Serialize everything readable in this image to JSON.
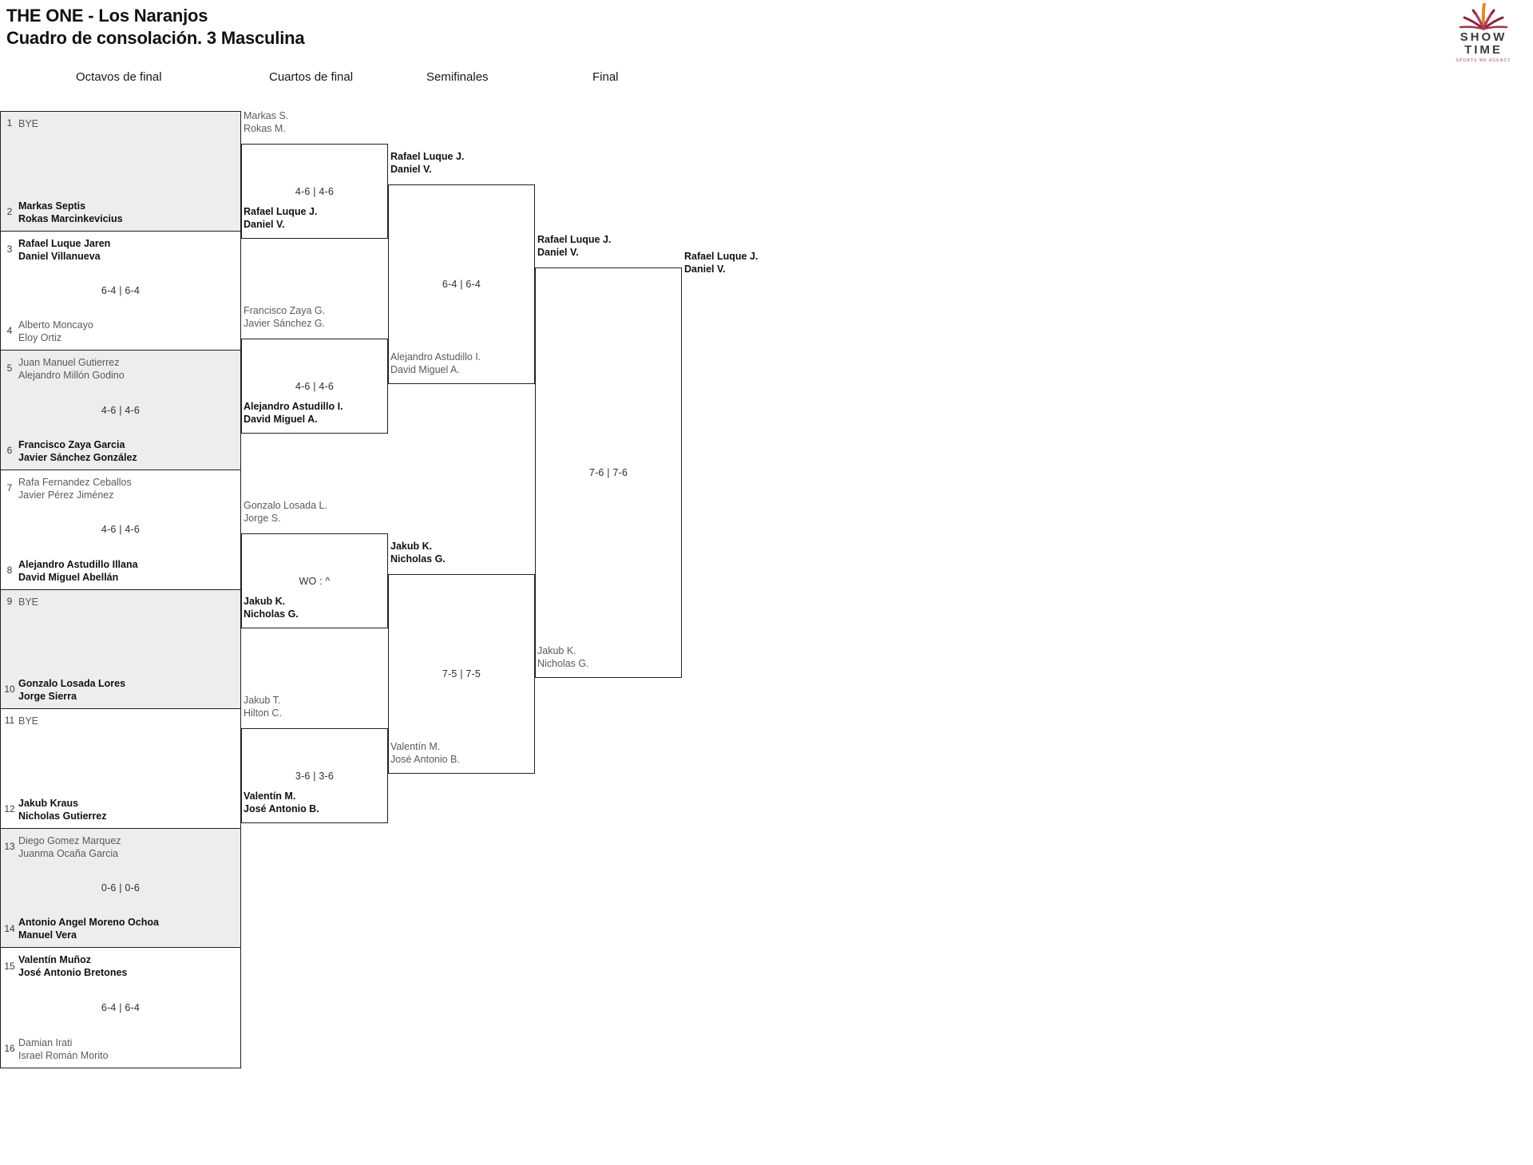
{
  "header": {
    "title_line1": "THE ONE - Los Naranjos",
    "title_line2": "Cuadro de consolación. 3 Masculina"
  },
  "logo": {
    "word_top": "SHOW",
    "word_bottom": "TIME",
    "tagline": "SPORTS MK AGENCY",
    "colors": {
      "burst_dark": "#8c2239",
      "burst_light": "#e8842a",
      "word": "#3b3b3b",
      "tagline": "#9d4d4d"
    }
  },
  "rounds": [
    {
      "label": "Octavos de final"
    },
    {
      "label": "Cuartos de final"
    },
    {
      "label": "Semifinales"
    },
    {
      "label": "Final"
    }
  ],
  "colors": {
    "band_shaded": "#ededed",
    "band_plain": "#ffffff",
    "line": "#231f20",
    "winner_text": "#111111",
    "loser_text": "#5a5a5a"
  },
  "round1": {
    "pairs": [
      {
        "shaded": true,
        "top": {
          "seed": "1",
          "players": [
            "BYE"
          ],
          "winner": false,
          "bye": true
        },
        "bottom": {
          "seed": "2",
          "players": [
            "Markas Septis",
            "Rokas Marcinkevicius"
          ],
          "winner": true
        },
        "score": ""
      },
      {
        "shaded": false,
        "top": {
          "seed": "3",
          "players": [
            "Rafael Luque Jaren",
            "Daniel Villanueva"
          ],
          "winner": true
        },
        "bottom": {
          "seed": "4",
          "players": [
            "Alberto Moncayo",
            "Eloy Ortiz"
          ],
          "winner": false
        },
        "score": "6-4 | 6-4"
      },
      {
        "shaded": true,
        "top": {
          "seed": "5",
          "players": [
            "Juan Manuel Gutierrez",
            "Alejandro Millón Godino"
          ],
          "winner": false
        },
        "bottom": {
          "seed": "6",
          "players": [
            "Francisco Zaya Garcia",
            "Javier Sánchez González"
          ],
          "winner": true
        },
        "score": "4-6 | 4-6"
      },
      {
        "shaded": false,
        "top": {
          "seed": "7",
          "players": [
            "Rafa Fernandez Ceballos",
            "Javier Pérez Jiménez"
          ],
          "winner": false
        },
        "bottom": {
          "seed": "8",
          "players": [
            "Alejandro Astudillo Illana",
            "David Miguel Abellán"
          ],
          "winner": true
        },
        "score": "4-6 | 4-6"
      },
      {
        "shaded": true,
        "top": {
          "seed": "9",
          "players": [
            "BYE"
          ],
          "winner": false,
          "bye": true
        },
        "bottom": {
          "seed": "10",
          "players": [
            "Gonzalo Losada Lores",
            "Jorge Sierra"
          ],
          "winner": true
        },
        "score": ""
      },
      {
        "shaded": false,
        "top": {
          "seed": "11",
          "players": [
            "BYE"
          ],
          "winner": false,
          "bye": true
        },
        "bottom": {
          "seed": "12",
          "players": [
            "Jakub Kraus",
            "Nicholas Gutierrez"
          ],
          "winner": true
        },
        "score": ""
      },
      {
        "shaded": true,
        "top": {
          "seed": "13",
          "players": [
            "Diego Gomez Marquez",
            "Juanma Ocaña Garcia"
          ],
          "winner": false
        },
        "bottom": {
          "seed": "14",
          "players": [
            "Antonio Angel Moreno Ochoa",
            "Manuel Vera"
          ],
          "winner": true
        },
        "score": "0-6 | 0-6"
      },
      {
        "shaded": false,
        "top": {
          "seed": "15",
          "players": [
            "Valentín Muñoz",
            "José Antonio Bretones"
          ],
          "winner": true
        },
        "bottom": {
          "seed": "16",
          "players": [
            "Damian Irati",
            "Israel Román Morito"
          ],
          "winner": false
        },
        "score": "6-4 | 6-4"
      }
    ]
  },
  "round2": {
    "matches": [
      {
        "top": {
          "players": [
            "Markas S.",
            "Rokas M."
          ],
          "winner": false
        },
        "bottom": {
          "players": [
            "Rafael Luque J.",
            "Daniel V."
          ],
          "winner": true
        },
        "score": "4-6 | 4-6"
      },
      {
        "top": {
          "players": [
            "Francisco Zaya G.",
            "Javier Sánchez G."
          ],
          "winner": false
        },
        "bottom": {
          "players": [
            "Alejandro Astudillo I.",
            "David Miguel A."
          ],
          "winner": true
        },
        "score": "4-6 | 4-6"
      },
      {
        "top": {
          "players": [
            "Gonzalo Losada L.",
            "Jorge S."
          ],
          "winner": false
        },
        "bottom": {
          "players": [
            "Jakub K.",
            "Nicholas G."
          ],
          "winner": true
        },
        "score": "WO : ^"
      },
      {
        "top": {
          "players": [
            "Jakub T.",
            "Hilton C."
          ],
          "winner": false
        },
        "bottom": {
          "players": [
            "Valentín M.",
            "José Antonio B."
          ],
          "winner": true
        },
        "score": "3-6 | 3-6"
      }
    ]
  },
  "round3": {
    "matches": [
      {
        "top": {
          "players": [
            "Rafael Luque J.",
            "Daniel V."
          ],
          "winner": true
        },
        "bottom": {
          "players": [
            "Alejandro Astudillo I.",
            "David Miguel A."
          ],
          "winner": false
        },
        "score": "6-4 | 6-4"
      },
      {
        "top": {
          "players": [
            "Jakub K.",
            "Nicholas G."
          ],
          "winner": true
        },
        "bottom": {
          "players": [
            "Valentín M.",
            "José Antonio B."
          ],
          "winner": false
        },
        "score": "7-5 | 7-5"
      }
    ]
  },
  "round4": {
    "matches": [
      {
        "top": {
          "players": [
            "Rafael Luque J.",
            "Daniel V."
          ],
          "winner": true
        },
        "bottom": {
          "players": [
            "Jakub K.",
            "Nicholas G."
          ],
          "winner": false
        },
        "score": "7-6 | 7-6"
      }
    ]
  }
}
